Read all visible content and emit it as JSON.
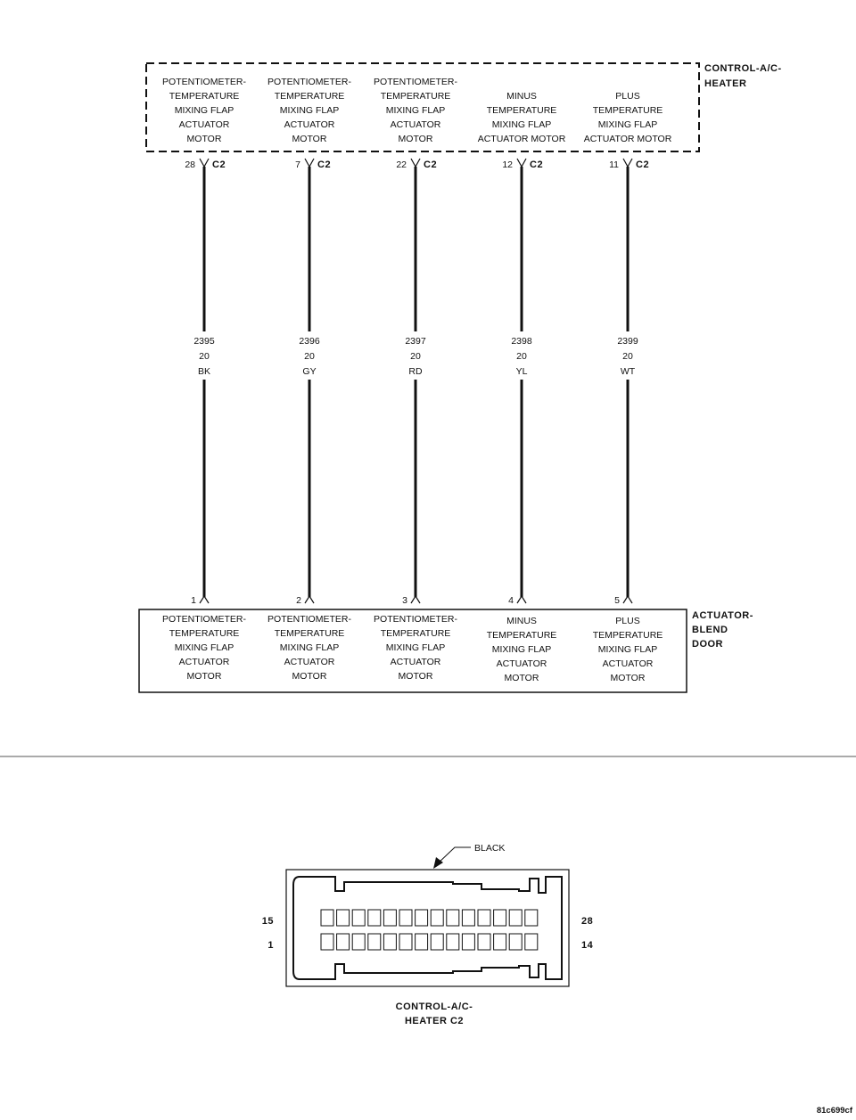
{
  "top_module": {
    "name_lines": [
      "CONTROL-A/C-",
      "HEATER"
    ]
  },
  "bottom_module": {
    "name_lines": [
      "ACTUATOR-",
      "BLEND",
      "DOOR"
    ]
  },
  "circuits": [
    {
      "top_label": [
        "POTENTIOMETER-",
        "TEMPERATURE",
        "MIXING FLAP",
        "ACTUATOR",
        "MOTOR"
      ],
      "top_pin": "28",
      "connector": "C2",
      "wire_number": "2395",
      "gauge": "20",
      "color": "BK",
      "bottom_pin": "1",
      "bottom_label": [
        "POTENTIOMETER-",
        "TEMPERATURE",
        "MIXING FLAP",
        "ACTUATOR",
        "MOTOR"
      ]
    },
    {
      "top_label": [
        "POTENTIOMETER-",
        "TEMPERATURE",
        "MIXING FLAP",
        "ACTUATOR",
        "MOTOR"
      ],
      "top_pin": "7",
      "connector": "C2",
      "wire_number": "2396",
      "gauge": "20",
      "color": "GY",
      "bottom_pin": "2",
      "bottom_label": [
        "POTENTIOMETER-",
        "TEMPERATURE",
        "MIXING FLAP",
        "ACTUATOR",
        "MOTOR"
      ]
    },
    {
      "top_label": [
        "POTENTIOMETER-",
        "TEMPERATURE",
        "MIXING FLAP",
        "ACTUATOR",
        "MOTOR"
      ],
      "top_pin": "22",
      "connector": "C2",
      "wire_number": "2397",
      "gauge": "20",
      "color": "RD",
      "bottom_pin": "3",
      "bottom_label": [
        "POTENTIOMETER-",
        "TEMPERATURE",
        "MIXING FLAP",
        "ACTUATOR",
        "MOTOR"
      ]
    },
    {
      "top_label": [
        "MINUS",
        "TEMPERATURE",
        "MIXING FLAP",
        "ACTUATOR MOTOR"
      ],
      "top_pin": "12",
      "connector": "C2",
      "wire_number": "2398",
      "gauge": "20",
      "color": "YL",
      "bottom_pin": "4",
      "bottom_label": [
        "MINUS",
        "TEMPERATURE",
        "MIXING FLAP",
        "ACTUATOR",
        "MOTOR"
      ]
    },
    {
      "top_label": [
        "PLUS",
        "TEMPERATURE",
        "MIXING FLAP",
        "ACTUATOR MOTOR"
      ],
      "top_pin": "11",
      "connector": "C2",
      "wire_number": "2399",
      "gauge": "20",
      "color": "WT",
      "bottom_pin": "5",
      "bottom_label": [
        "PLUS",
        "TEMPERATURE",
        "MIXING FLAP",
        "ACTUATOR",
        "MOTOR"
      ]
    }
  ],
  "connector_view": {
    "callout": "BLACK",
    "pin_top_left": "15",
    "pin_top_right": "28",
    "pin_bottom_left": "1",
    "pin_bottom_right": "14",
    "cavities_per_row": 14,
    "title_lines": [
      "CONTROL-A/C-",
      "HEATER C2"
    ]
  },
  "figure_id": "81c699cf"
}
